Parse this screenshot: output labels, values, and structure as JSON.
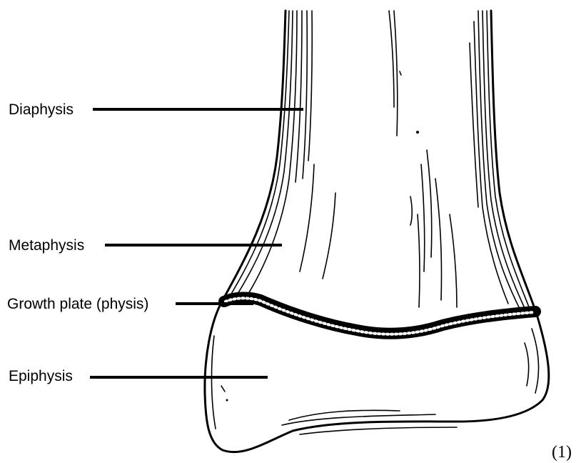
{
  "labels": {
    "diaphysis": "Diaphysis",
    "metaphysis": "Metaphysis",
    "growth_plate": "Growth plate (physis)",
    "epiphysis": "Epiphysis"
  },
  "figure_number": "(1)"
}
